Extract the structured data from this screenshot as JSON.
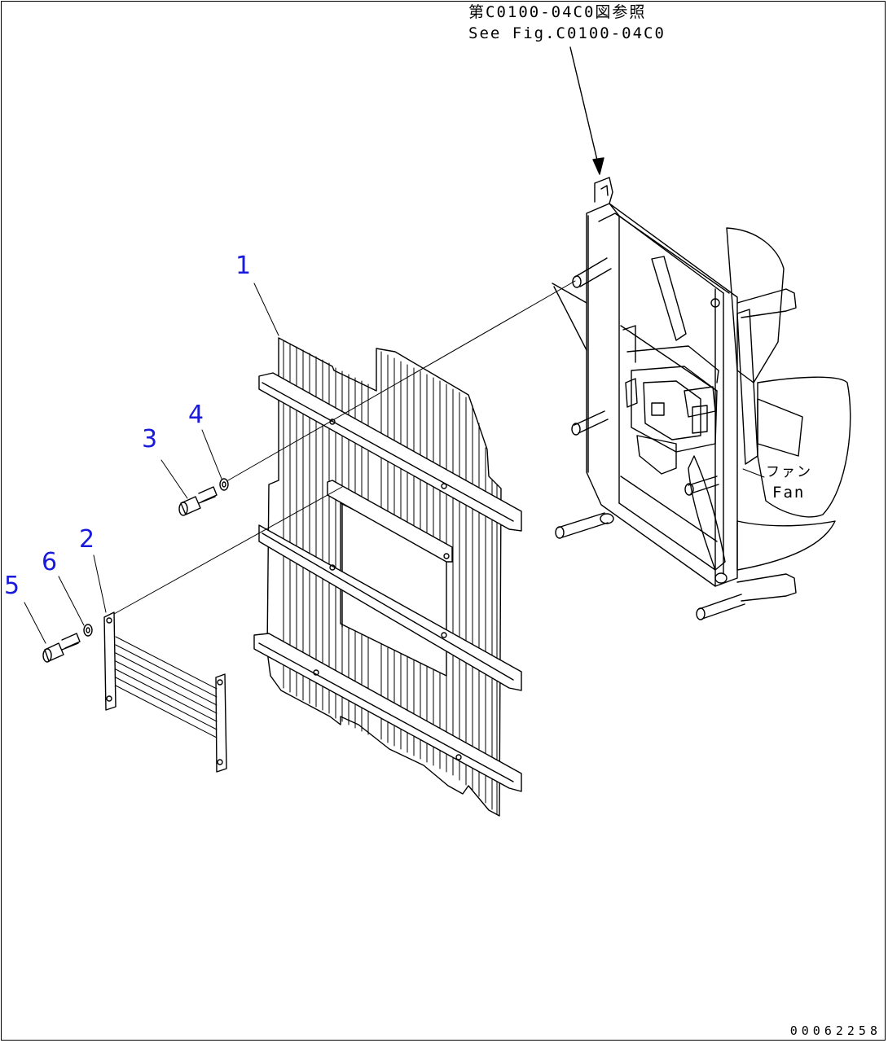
{
  "figure": {
    "reference_note": {
      "japanese": "第C0100-04C0図参照",
      "english": "See Fig.C0100-04C0"
    },
    "fan_label": {
      "japanese": "ファン",
      "english": "Fan"
    },
    "callouts": [
      "1",
      "2",
      "3",
      "4",
      "5",
      "6"
    ],
    "drawing_number": "00062258",
    "line_color": "#000000",
    "callout_color": "#1a1adc"
  }
}
